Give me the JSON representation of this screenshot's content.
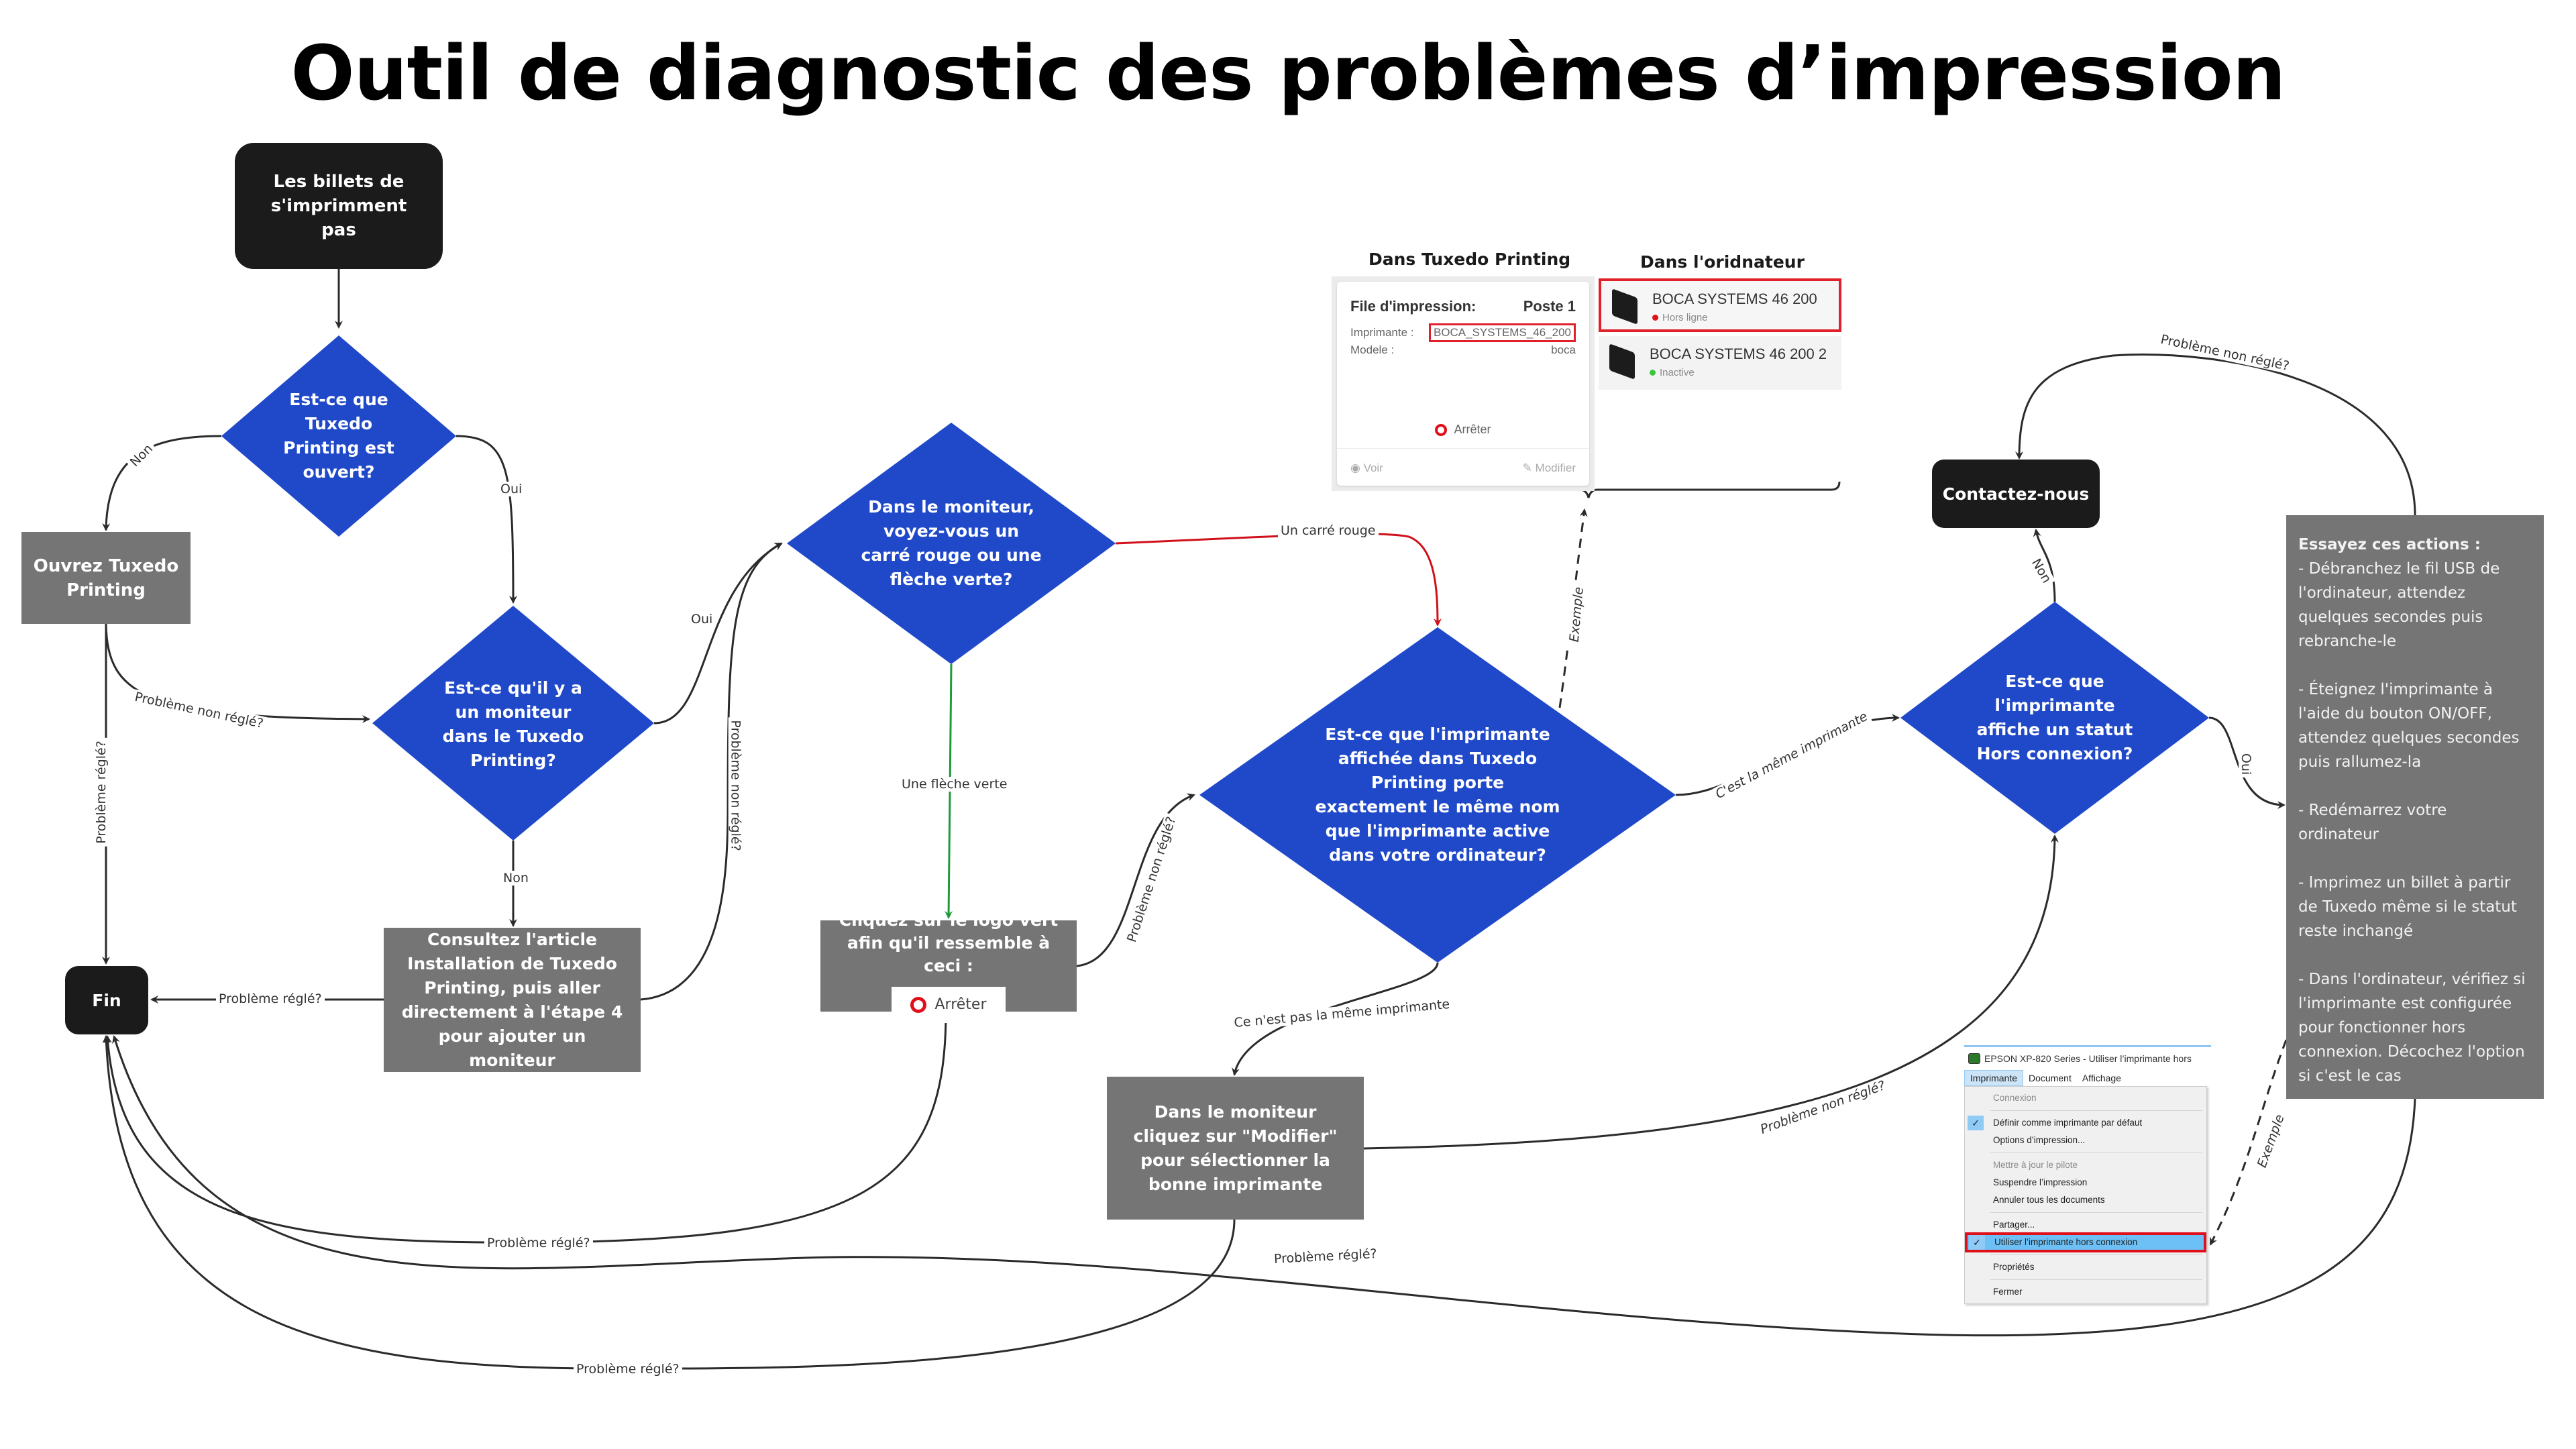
{
  "title": "Outil de diagnostic des problèmes d’impression",
  "colors": {
    "decision": "#2049c9",
    "action": "#757575",
    "terminal": "#1b1b1b",
    "edge": "#2b2b2b",
    "edge_red": "#d0101a",
    "edge_green": "#1f9a3a",
    "highlight_red": "#e0202a"
  },
  "nodes": {
    "start": "Les billets de s'imprimment pas",
    "d_open": "Est-ce que Tuxedo Printing est ouvert?",
    "open_app": "Ouvrez Tuxedo Printing",
    "d_monitor": "Est-ce qu'il y a un moniteur dans le Tuxedo Printing?",
    "consult": "Consultez l'article Installation de Tuxedo Printing, puis aller directement à l'étape 4 pour ajouter un moniteur",
    "end": "Fin",
    "d_indicator": "Dans le moniteur, voyez-vous un carré rouge ou une flèche verte?",
    "click_logo": "Cliquez sur le logo vert afin qu'il ressemble à ceci :",
    "click_logo_chip": "Arrêter",
    "d_same_name": "Est-ce que l'imprimante affichée dans Tuxedo Printing  porte exactement le même nom que l'imprimante active dans votre ordinateur?",
    "modify": "Dans le moniteur cliquez sur \"Modifier\" pour sélectionner la bonne imprimante",
    "contact": "Contactez-nous",
    "d_offline": "Est-ce que l'imprimante affiche un statut Hors connexion?"
  },
  "edge_labels": {
    "non_1": "Non",
    "oui_1": "Oui",
    "non_reg_1": "Problème non réglé?",
    "reg_1": "Problème réglé?",
    "oui_2": "Oui",
    "non_2": "Non",
    "non_reg_2": "Problème non réglé?",
    "reg_2": "Problème réglé?",
    "red_square": "Un carré rouge",
    "green_arrow": "Une flèche verte",
    "non_reg_3": "Problème non réglé?",
    "example_1": "Exemple",
    "same_printer": "C'est la même imprimante",
    "not_same": "Ce n'est pas la même imprimante",
    "non_reg_4": "Problème non réglé?",
    "non_3": "Non",
    "oui_3": "Oui",
    "non_reg_5": "Problème non réglé?",
    "example_2": "Exemple",
    "reg_3": "Problème réglé?",
    "reg_4": "Problème réglé?",
    "reg_5": "Problème réglé?"
  },
  "tuxedo_panel": {
    "heading": "Dans Tuxedo Printing",
    "queue_label": "File d'impression:",
    "station": "Poste 1",
    "printer_label": "Imprimante :",
    "printer_value": "BOCA_SYSTEMS_46_200",
    "model_label": "Modele :",
    "model_value": "boca",
    "stop_label": "Arrêter",
    "view_label": "Voir",
    "edit_label": "Modifier"
  },
  "computer_panel": {
    "heading": "Dans l'oridnateur",
    "printers": [
      {
        "name": "BOCA SYSTEMS 46 200",
        "status": "Hors ligne",
        "status_color": "#e0101a",
        "flagged": true
      },
      {
        "name": "BOCA SYSTEMS 46 200 2",
        "status": "Inactive",
        "status_color": "#3cc43c",
        "flagged": false
      }
    ]
  },
  "try_actions": {
    "heading": "Essayez ces actions :",
    "items": [
      "- Débranchez le fil USB de l'ordinateur, attendez quelques secondes puis rebranche-le",
      "- Éteignez l'imprimante à l'aide du bouton ON/OFF, attendez quelques secondes puis rallumez-la",
      "- Redémarrez votre ordinateur",
      "- Imprimez un billet à partir de Tuxedo même si le statut reste inchangé",
      "- Dans l'ordinateur, vérifiez si l'imprimante est configurée pour fonctionner hors connexion. Décochez l'option si c'est le cas"
    ]
  },
  "epson_menu": {
    "window_title": "EPSON XP-820 Series  -  Utiliser l’imprimante hors",
    "menubar": [
      "Imprimante",
      "Document",
      "Affichage"
    ],
    "items": [
      {
        "label": "Connexion",
        "disabled": true
      },
      {
        "sep": true
      },
      {
        "label": "Définir comme imprimante par défaut",
        "checked": true
      },
      {
        "label": "Options d’impression..."
      },
      {
        "sep": true
      },
      {
        "label": "Mettre à jour le pilote",
        "disabled": true
      },
      {
        "label": "Suspendre l’impression"
      },
      {
        "label": "Annuler tous les documents"
      },
      {
        "sep": true
      },
      {
        "label": "Partager..."
      },
      {
        "label": "Utiliser l’imprimante hors connexion",
        "checked": true,
        "highlight": true
      },
      {
        "sep": true
      },
      {
        "label": "Propriétés"
      },
      {
        "sep": true
      },
      {
        "label": "Fermer"
      }
    ]
  }
}
